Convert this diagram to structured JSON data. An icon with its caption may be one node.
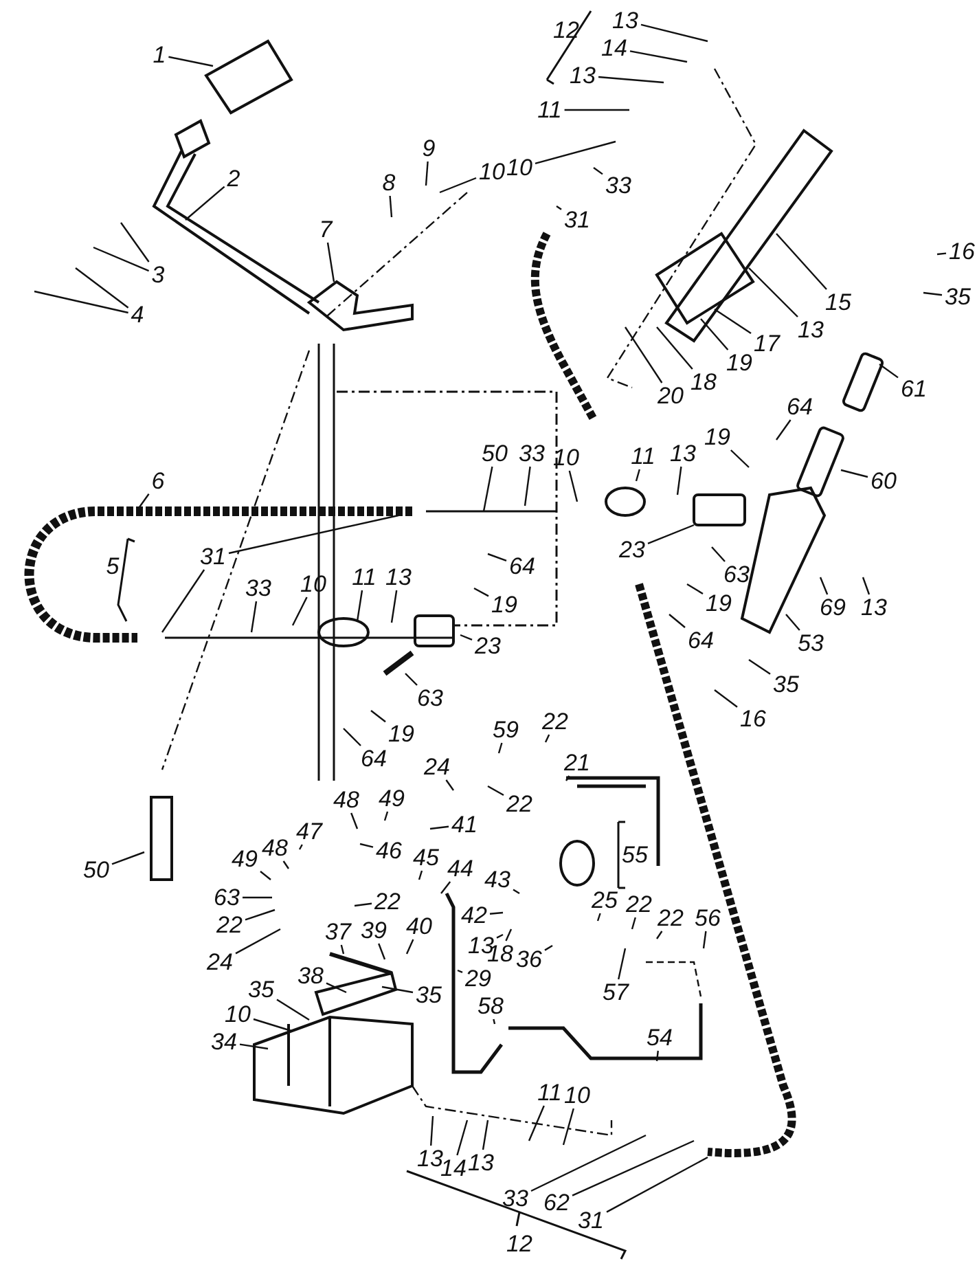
{
  "diagram": {
    "nodes": [
      {
        "text": [
          "1"
        ]
      },
      {
        "text": [
          "2"
        ]
      },
      {
        "text": [
          "3"
        ]
      },
      {
        "text": [
          "4"
        ]
      },
      {
        "text": [
          "7"
        ]
      },
      {
        "text": [
          "8"
        ]
      },
      {
        "text": [
          "9"
        ]
      },
      {
        "text": [
          "10"
        ]
      },
      {
        "text": [
          "13"
        ]
      },
      {
        "text": [
          "14"
        ]
      },
      {
        "text": [
          "13"
        ]
      },
      {
        "text": [
          "11"
        ]
      },
      {
        "text": [
          "10"
        ]
      },
      {
        "text": [
          "33"
        ]
      },
      {
        "text": [
          "31"
        ]
      },
      {
        "text": [
          "15"
        ]
      },
      {
        "text": [
          "13"
        ]
      },
      {
        "text": [
          "17"
        ]
      },
      {
        "text": [
          "19"
        ]
      },
      {
        "text": [
          "18"
        ]
      },
      {
        "text": [
          "20"
        ]
      },
      {
        "text": [
          "16"
        ]
      },
      {
        "text": [
          "35"
        ]
      },
      {
        "text": [
          "61"
        ]
      },
      {
        "text": [
          "6"
        ]
      },
      {
        "text": [
          "31"
        ]
      },
      {
        "text": [
          "50"
        ]
      },
      {
        "text": [
          "33"
        ]
      },
      {
        "text": [
          "10"
        ]
      },
      {
        "text": [
          "11"
        ]
      },
      {
        "text": [
          "13"
        ]
      },
      {
        "text": [
          "19"
        ]
      },
      {
        "text": [
          "64"
        ]
      },
      {
        "text": [
          "60"
        ]
      },
      {
        "text": [
          "33"
        ]
      },
      {
        "text": [
          "10"
        ]
      },
      {
        "text": [
          "11"
        ]
      },
      {
        "text": [
          "13"
        ]
      },
      {
        "text": [
          "23"
        ]
      },
      {
        "text": [
          "23"
        ]
      },
      {
        "text": [
          "64"
        ]
      },
      {
        "text": [
          "19"
        ]
      },
      {
        "text": [
          "63"
        ]
      },
      {
        "text": [
          "64"
        ]
      },
      {
        "text": [
          "19"
        ]
      },
      {
        "text": [
          "53"
        ]
      },
      {
        "text": [
          "69"
        ]
      },
      {
        "text": [
          "13"
        ]
      },
      {
        "text": [
          "35"
        ]
      },
      {
        "text": [
          "16"
        ]
      },
      {
        "text": [
          "63"
        ]
      },
      {
        "text": [
          "19"
        ]
      },
      {
        "text": [
          "64"
        ]
      },
      {
        "text": [
          "24"
        ]
      },
      {
        "text": [
          "22"
        ]
      },
      {
        "text": [
          "59"
        ]
      },
      {
        "text": [
          "22"
        ]
      },
      {
        "text": [
          "21"
        ]
      },
      {
        "text": [
          "50"
        ]
      },
      {
        "text": [
          "48"
        ]
      },
      {
        "text": [
          "49"
        ]
      },
      {
        "text": [
          "41"
        ]
      },
      {
        "text": [
          "47"
        ]
      },
      {
        "text": [
          "48"
        ]
      },
      {
        "text": [
          "49"
        ]
      },
      {
        "text": [
          "46"
        ]
      },
      {
        "text": [
          "45"
        ]
      },
      {
        "text": [
          "44"
        ]
      },
      {
        "text": [
          "43"
        ]
      },
      {
        "text": [
          "63"
        ]
      },
      {
        "text": [
          "22"
        ]
      },
      {
        "text": [
          "22"
        ]
      },
      {
        "text": [
          "24"
        ]
      },
      {
        "text": [
          "37"
        ]
      },
      {
        "text": [
          "39"
        ]
      },
      {
        "text": [
          "40"
        ]
      },
      {
        "text": [
          "38"
        ]
      },
      {
        "text": [
          "35"
        ]
      },
      {
        "text": [
          "42"
        ]
      },
      {
        "text": [
          "13"
        ]
      },
      {
        "text": [
          "18"
        ]
      },
      {
        "text": [
          "36"
        ]
      },
      {
        "text": [
          "29"
        ]
      },
      {
        "text": [
          "25"
        ]
      },
      {
        "text": [
          "22"
        ]
      },
      {
        "text": [
          "22"
        ]
      },
      {
        "text": [
          "56"
        ]
      },
      {
        "text": [
          "57"
        ]
      },
      {
        "text": [
          "58"
        ]
      },
      {
        "text": [
          "54"
        ]
      },
      {
        "text": [
          "35"
        ]
      },
      {
        "text": [
          "10"
        ]
      },
      {
        "text": [
          "34"
        ]
      },
      {
        "text": [
          "13"
        ]
      },
      {
        "text": [
          "14"
        ]
      },
      {
        "text": [
          "13"
        ]
      },
      {
        "text": [
          "11"
        ]
      },
      {
        "text": [
          "10"
        ]
      },
      {
        "text": [
          "33"
        ]
      },
      {
        "text": [
          "62"
        ]
      },
      {
        "text": [
          "31"
        ]
      }
    ],
    "edges": [
      {
        "from": 0,
        "to": null,
        "arrow": "none"
      },
      {
        "from": 1,
        "to": null,
        "arrow": "none"
      },
      {
        "from": 2,
        "to": null,
        "arrow": "none"
      },
      {
        "from": 2,
        "to": null,
        "arrow": "none"
      },
      {
        "from": 3,
        "to": null,
        "arrow": "none"
      },
      {
        "from": 3,
        "to": null,
        "arrow": "none"
      },
      {
        "from": 4,
        "to": null,
        "arrow": "none"
      },
      {
        "from": 5,
        "to": null,
        "arrow": "none"
      },
      {
        "from": 6,
        "to": null,
        "arrow": "none"
      },
      {
        "from": 7,
        "to": null,
        "arrow": "none"
      },
      {
        "from": 8,
        "to": null,
        "arrow": "none"
      },
      {
        "from": 9,
        "to": null,
        "arrow": "none"
      },
      {
        "from": 10,
        "to": null,
        "arrow": "none"
      },
      {
        "from": 11,
        "to": null,
        "arrow": "none"
      },
      {
        "from": 12,
        "to": null,
        "arrow": "none"
      },
      {
        "from": 13,
        "to": null,
        "arrow": "none"
      },
      {
        "from": 14,
        "to": null,
        "arrow": "none"
      },
      {
        "from": 15,
        "to": null,
        "arrow": "none"
      },
      {
        "from": 16,
        "to": null,
        "arrow": "none"
      },
      {
        "from": 17,
        "to": null,
        "arrow": "none"
      },
      {
        "from": 18,
        "to": null,
        "arrow": "none"
      },
      {
        "from": 19,
        "to": null,
        "arrow": "none"
      },
      {
        "from": 20,
        "to": null,
        "arrow": "none"
      },
      {
        "from": 21,
        "to": null,
        "arrow": "none"
      },
      {
        "from": 22,
        "to": null,
        "arrow": "none"
      },
      {
        "from": 23,
        "to": null,
        "arrow": "none"
      },
      {
        "from": 24,
        "to": null,
        "arrow": "none"
      },
      {
        "from": 25,
        "to": null,
        "arrow": "none"
      },
      {
        "from": 25,
        "to": null,
        "arrow": "none"
      },
      {
        "from": 26,
        "to": null,
        "arrow": "none"
      },
      {
        "from": 27,
        "to": null,
        "arrow": "none"
      },
      {
        "from": 28,
        "to": null,
        "arrow": "none"
      },
      {
        "from": 29,
        "to": null,
        "arrow": "none"
      },
      {
        "from": 30,
        "to": null,
        "arrow": "none"
      },
      {
        "from": 31,
        "to": null,
        "arrow": "none"
      },
      {
        "from": 32,
        "to": null,
        "arrow": "none"
      },
      {
        "from": 33,
        "to": null,
        "arrow": "none"
      },
      {
        "from": 34,
        "to": null,
        "arrow": "none"
      },
      {
        "from": 35,
        "to": null,
        "arrow": "none"
      },
      {
        "from": 36,
        "to": null,
        "arrow": "none"
      },
      {
        "from": 37,
        "to": null,
        "arrow": "none"
      },
      {
        "from": 38,
        "to": null,
        "arrow": "none"
      },
      {
        "from": 39,
        "to": null,
        "arrow": "none"
      },
      {
        "from": 40,
        "to": null,
        "arrow": "none"
      },
      {
        "from": 41,
        "to": null,
        "arrow": "none"
      },
      {
        "from": 42,
        "to": null,
        "arrow": "none"
      },
      {
        "from": 43,
        "to": null,
        "arrow": "none"
      },
      {
        "from": 44,
        "to": null,
        "arrow": "none"
      },
      {
        "from": 45,
        "to": null,
        "arrow": "none"
      },
      {
        "from": 46,
        "to": null,
        "arrow": "none"
      },
      {
        "from": 47,
        "to": null,
        "arrow": "none"
      },
      {
        "from": 48,
        "to": null,
        "arrow": "none"
      },
      {
        "from": 49,
        "to": null,
        "arrow": "none"
      },
      {
        "from": 50,
        "to": null,
        "arrow": "none"
      },
      {
        "from": 51,
        "to": null,
        "arrow": "none"
      },
      {
        "from": 52,
        "to": null,
        "arrow": "none"
      },
      {
        "from": 53,
        "to": null,
        "arrow": "none"
      },
      {
        "from": 54,
        "to": null,
        "arrow": "none"
      },
      {
        "from": 55,
        "to": null,
        "arrow": "none"
      },
      {
        "from": 56,
        "to": null,
        "arrow": "none"
      },
      {
        "from": 57,
        "to": null,
        "arrow": "none"
      },
      {
        "from": 58,
        "to": null,
        "arrow": "none"
      },
      {
        "from": 59,
        "to": null,
        "arrow": "none"
      },
      {
        "from": 60,
        "to": null,
        "arrow": "none"
      },
      {
        "from": 61,
        "to": null,
        "arrow": "none"
      },
      {
        "from": 62,
        "to": null,
        "arrow": "none"
      },
      {
        "from": 63,
        "to": null,
        "arrow": "none"
      },
      {
        "from": 64,
        "to": null,
        "arrow": "none"
      },
      {
        "from": 65,
        "to": null,
        "arrow": "none"
      },
      {
        "from": 66,
        "to": null,
        "arrow": "none"
      },
      {
        "from": 67,
        "to": null,
        "arrow": "none"
      },
      {
        "from": 68,
        "to": null,
        "arrow": "none"
      },
      {
        "from": 69,
        "to": null,
        "arrow": "none"
      },
      {
        "from": 70,
        "to": null,
        "arrow": "none"
      },
      {
        "from": 71,
        "to": null,
        "arrow": "none"
      },
      {
        "from": 72,
        "to": null,
        "arrow": "none"
      },
      {
        "from": 73,
        "to": null,
        "arrow": "none"
      },
      {
        "from": 74,
        "to": null,
        "arrow": "none"
      },
      {
        "from": 75,
        "to": null,
        "arrow": "none"
      },
      {
        "from": 76,
        "to": null,
        "arrow": "none"
      },
      {
        "from": 77,
        "to": null,
        "arrow": "none"
      },
      {
        "from": 78,
        "to": null,
        "arrow": "none"
      },
      {
        "from": 79,
        "to": null,
        "arrow": "none"
      },
      {
        "from": 80,
        "to": null,
        "arrow": "none"
      },
      {
        "from": 81,
        "to": null,
        "arrow": "none"
      },
      {
        "from": 82,
        "to": null,
        "arrow": "none"
      },
      {
        "from": 83,
        "to": null,
        "arrow": "none"
      },
      {
        "from": 84,
        "to": null,
        "arrow": "none"
      },
      {
        "from": 85,
        "to": null,
        "arrow": "none"
      },
      {
        "from": 86,
        "to": null,
        "arrow": "none"
      },
      {
        "from": 87,
        "to": null,
        "arrow": "none"
      },
      {
        "from": 88,
        "to": null,
        "arrow": "none"
      },
      {
        "from": 89,
        "to": null,
        "arrow": "none"
      },
      {
        "from": 90,
        "to": null,
        "arrow": "none"
      },
      {
        "from": 91,
        "to": null,
        "arrow": "none"
      },
      {
        "from": 92,
        "to": null,
        "arrow": "none"
      },
      {
        "from": 93,
        "to": null,
        "arrow": "none"
      },
      {
        "from": 94,
        "to": null,
        "arrow": "none"
      },
      {
        "from": 95,
        "to": null,
        "arrow": "none"
      },
      {
        "from": 96,
        "to": null,
        "arrow": "none"
      },
      {
        "from": 97,
        "to": null,
        "arrow": "none"
      },
      {
        "from": 98,
        "to": null,
        "arrow": "none"
      },
      {
        "from": 99,
        "to": null,
        "arrow": "none"
      },
      {
        "from": 100,
        "to": null,
        "arrow": "none"
      }
    ],
    "labels": [
      "12",
      "5",
      "55",
      "12"
    ]
  }
}
